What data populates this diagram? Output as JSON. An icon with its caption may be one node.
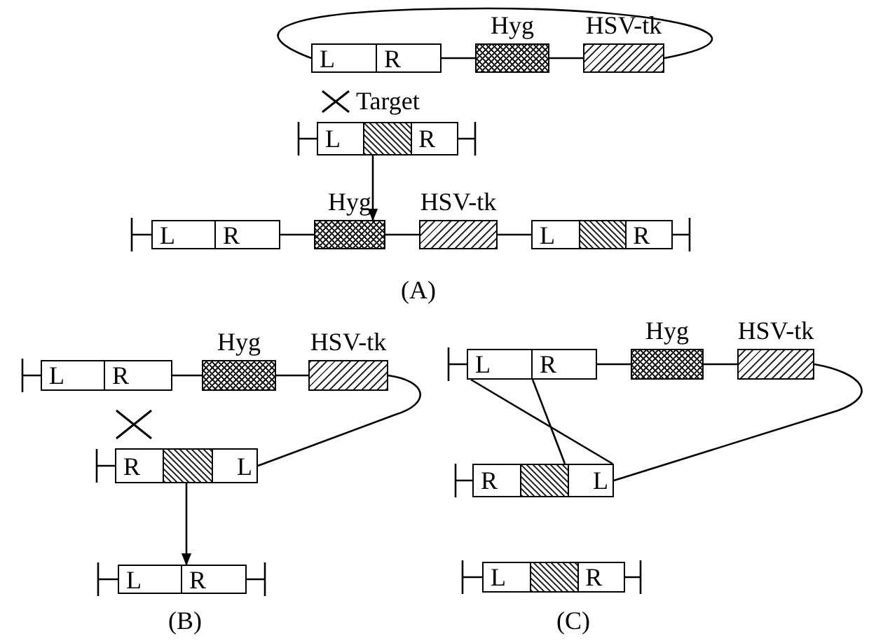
{
  "diagram": {
    "nodes": [
      {
        "text": [
          "L",
          "R"
        ]
      },
      {
        "text": [
          "Hyg"
        ]
      },
      {
        "text": [
          "HSV-tk"
        ]
      },
      {
        "text": [
          "L",
          "R"
        ]
      },
      {
        "text": [
          "L",
          "R"
        ]
      },
      {
        "text": [
          "Hyg"
        ]
      },
      {
        "text": [
          "HSV-tk"
        ]
      },
      {
        "text": [
          "L",
          "R"
        ]
      },
      {
        "text": [
          "L",
          "R"
        ]
      },
      {
        "text": [
          "Hyg"
        ]
      },
      {
        "text": [
          "HSV-tk"
        ]
      },
      {
        "text": [
          "R",
          "L"
        ]
      },
      {
        "text": [
          "L",
          "R"
        ]
      },
      {
        "text": [
          "L",
          "R"
        ]
      },
      {
        "text": [
          "Hyg"
        ]
      },
      {
        "text": [
          "HSV-tk"
        ]
      },
      {
        "text": [
          "R",
          "L"
        ]
      },
      {
        "text": [
          "L",
          "R"
        ]
      }
    ],
    "edges": [
      {
        "from": 0,
        "to": 1,
        "arrow": "none"
      },
      {
        "from": 1,
        "to": 2,
        "arrow": "none"
      },
      {
        "from": 2,
        "to": 0,
        "arrow": "none"
      },
      {
        "from": 3,
        "to": 5,
        "arrow": "to"
      },
      {
        "from": 4,
        "to": 5,
        "arrow": "none"
      },
      {
        "from": 5,
        "to": 6,
        "arrow": "none"
      },
      {
        "from": 6,
        "to": 7,
        "arrow": "none"
      },
      {
        "from": 8,
        "to": 9,
        "arrow": "none"
      },
      {
        "from": 9,
        "to": 10,
        "arrow": "none"
      },
      {
        "from": 10,
        "to": 11,
        "arrow": "none"
      },
      {
        "from": 11,
        "to": 12,
        "arrow": "to"
      },
      {
        "from": 13,
        "to": 14,
        "arrow": "none"
      },
      {
        "from": 14,
        "to": 15,
        "arrow": "none"
      },
      {
        "from": 15,
        "to": 16,
        "arrow": "none"
      },
      {
        "from": 13,
        "to": 16,
        "arrow": "none"
      },
      {
        "from": 13,
        "to": 16,
        "arrow": "none"
      }
    ],
    "labels": [
      "Target",
      "(A)",
      "(B)",
      "(C)"
    ]
  }
}
